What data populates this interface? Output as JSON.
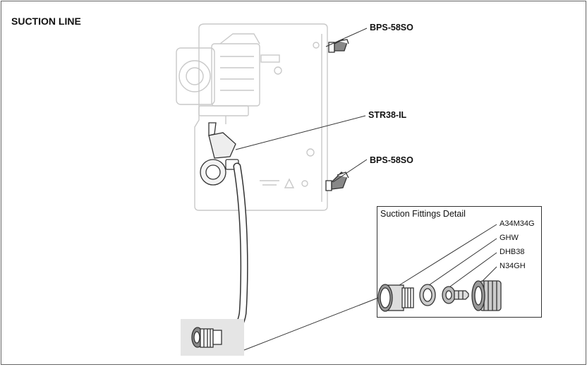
{
  "diagram": {
    "title": "SUCTION LINE",
    "callouts": {
      "valve_top": "BPS-58SO",
      "strainer": "STR38-IL",
      "valve_bottom": "BPS-58SO"
    },
    "detail": {
      "title": "Suction Fittings Detail",
      "parts": [
        "A34M34G",
        "GHW",
        "DHB38",
        "N34GH"
      ]
    }
  }
}
